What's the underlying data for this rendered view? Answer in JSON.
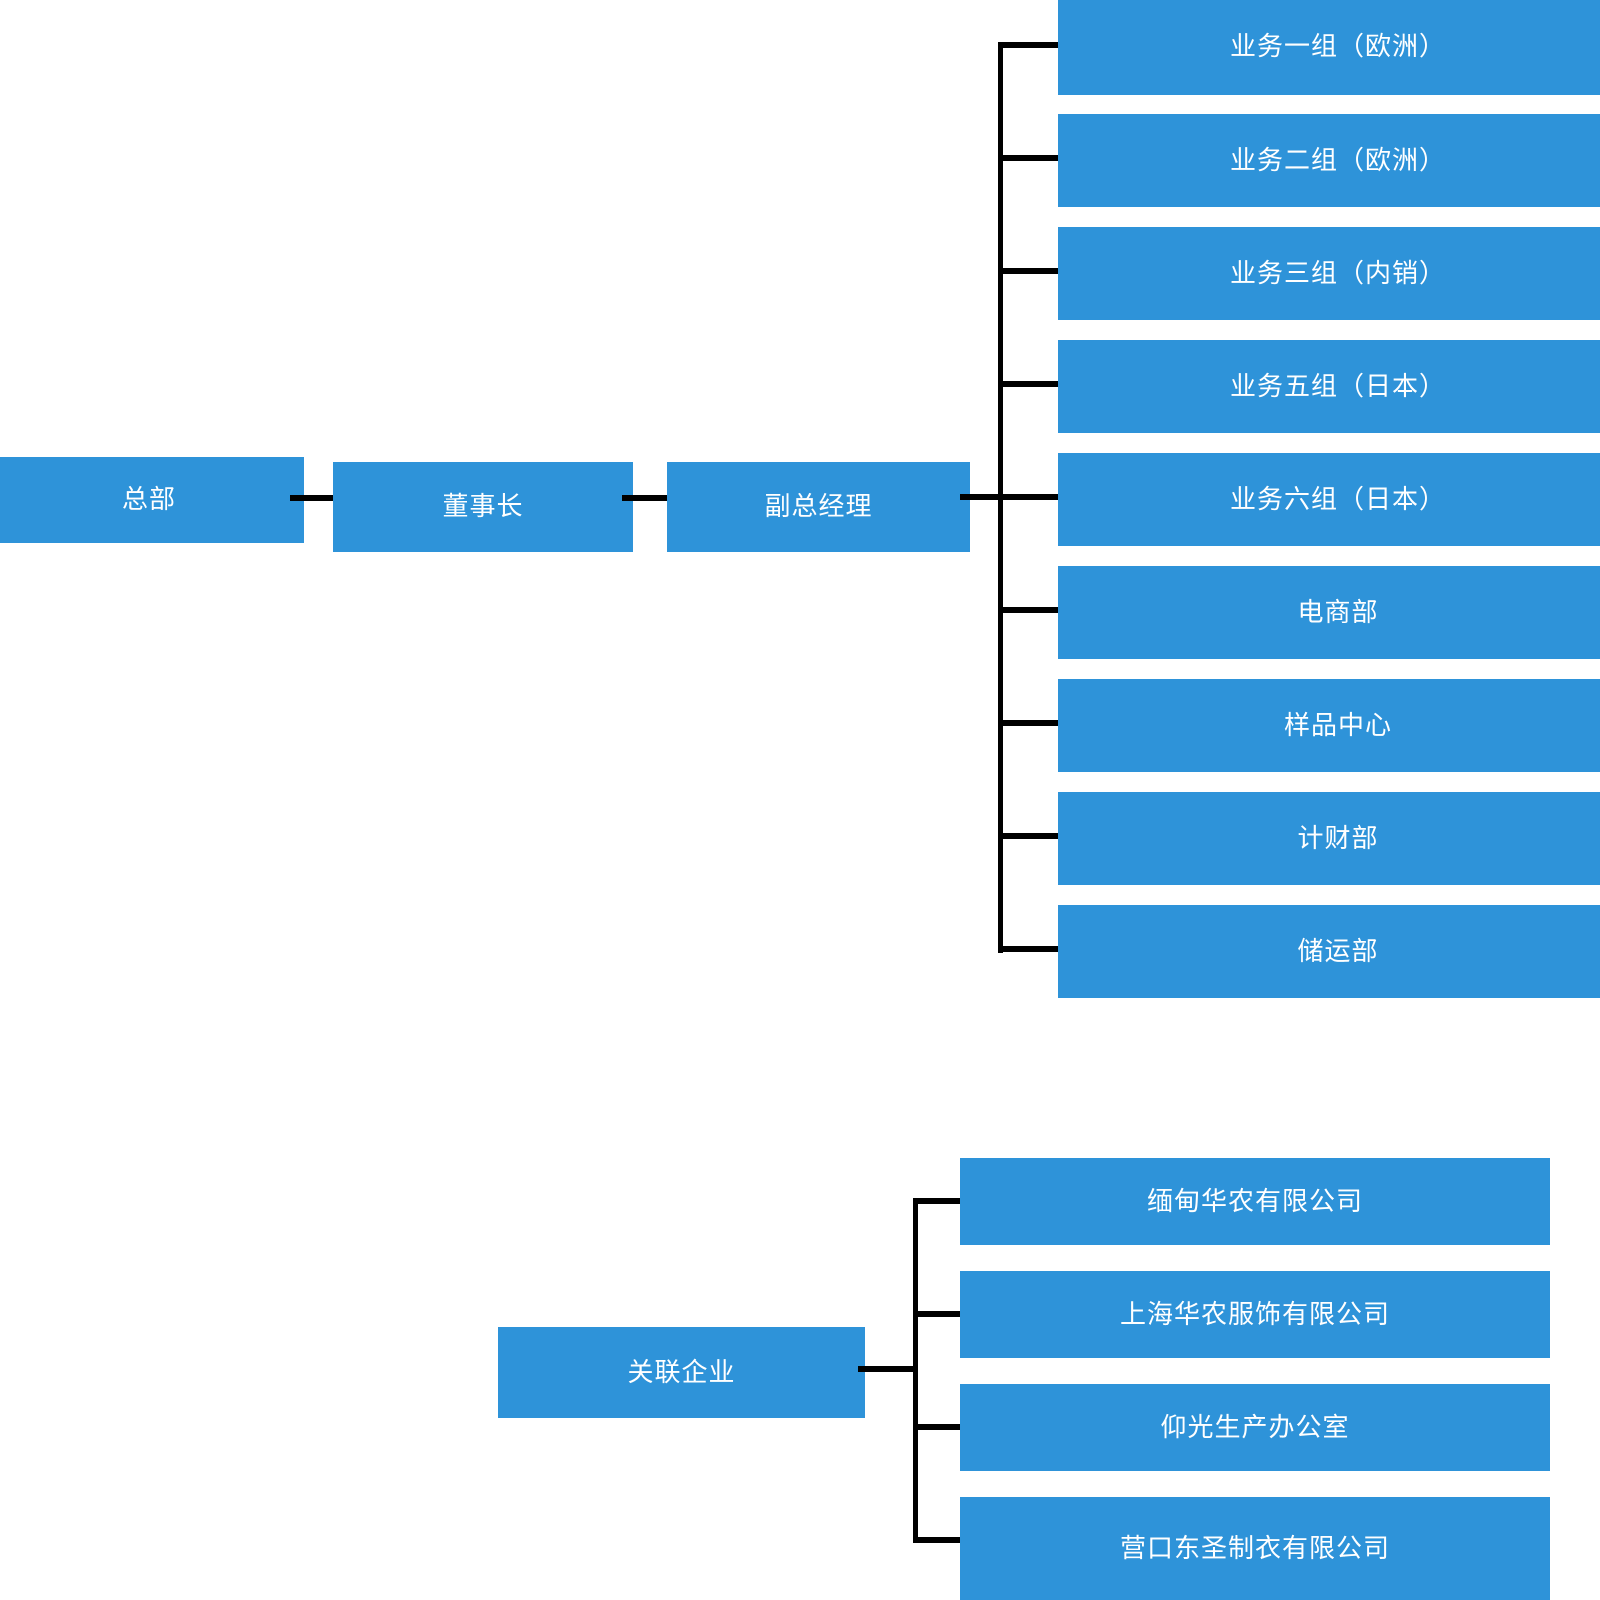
{
  "diagram": {
    "type": "organization-chart",
    "background_color": "#ffffff",
    "node_color": "#2E93D9",
    "node_text_color": "#ffffff",
    "connector_color": "#000000"
  },
  "top_chain": {
    "nodes": [
      {
        "id": "headquarters",
        "label": "总部"
      },
      {
        "id": "chairman",
        "label": "董事长"
      },
      {
        "id": "deputy-general-manager",
        "label": "副总经理"
      }
    ]
  },
  "departments": {
    "parent": "副总经理",
    "items": [
      {
        "id": "business-group-1",
        "label": "业务一组（欧洲）"
      },
      {
        "id": "business-group-2",
        "label": "业务二组（欧洲）"
      },
      {
        "id": "business-group-3",
        "label": "业务三组（内销）"
      },
      {
        "id": "business-group-5",
        "label": "业务五组（日本）"
      },
      {
        "id": "business-group-6",
        "label": "业务六组（日本）"
      },
      {
        "id": "ecommerce-department",
        "label": "电商部"
      },
      {
        "id": "sample-center",
        "label": "样品中心"
      },
      {
        "id": "finance-department",
        "label": "计财部"
      },
      {
        "id": "storage-transport-department",
        "label": "储运部"
      }
    ]
  },
  "affiliates": {
    "parent": {
      "id": "affiliated-enterprises",
      "label": "关联企业"
    },
    "items": [
      {
        "id": "myanmar-huanong",
        "label": "缅甸华农有限公司"
      },
      {
        "id": "shanghai-huanong-apparel",
        "label": "上海华农服饰有限公司"
      },
      {
        "id": "yangon-production-office",
        "label": "仰光生产办公室"
      },
      {
        "id": "yingkou-dongsheng-garment",
        "label": "营口东圣制衣有限公司"
      }
    ]
  }
}
